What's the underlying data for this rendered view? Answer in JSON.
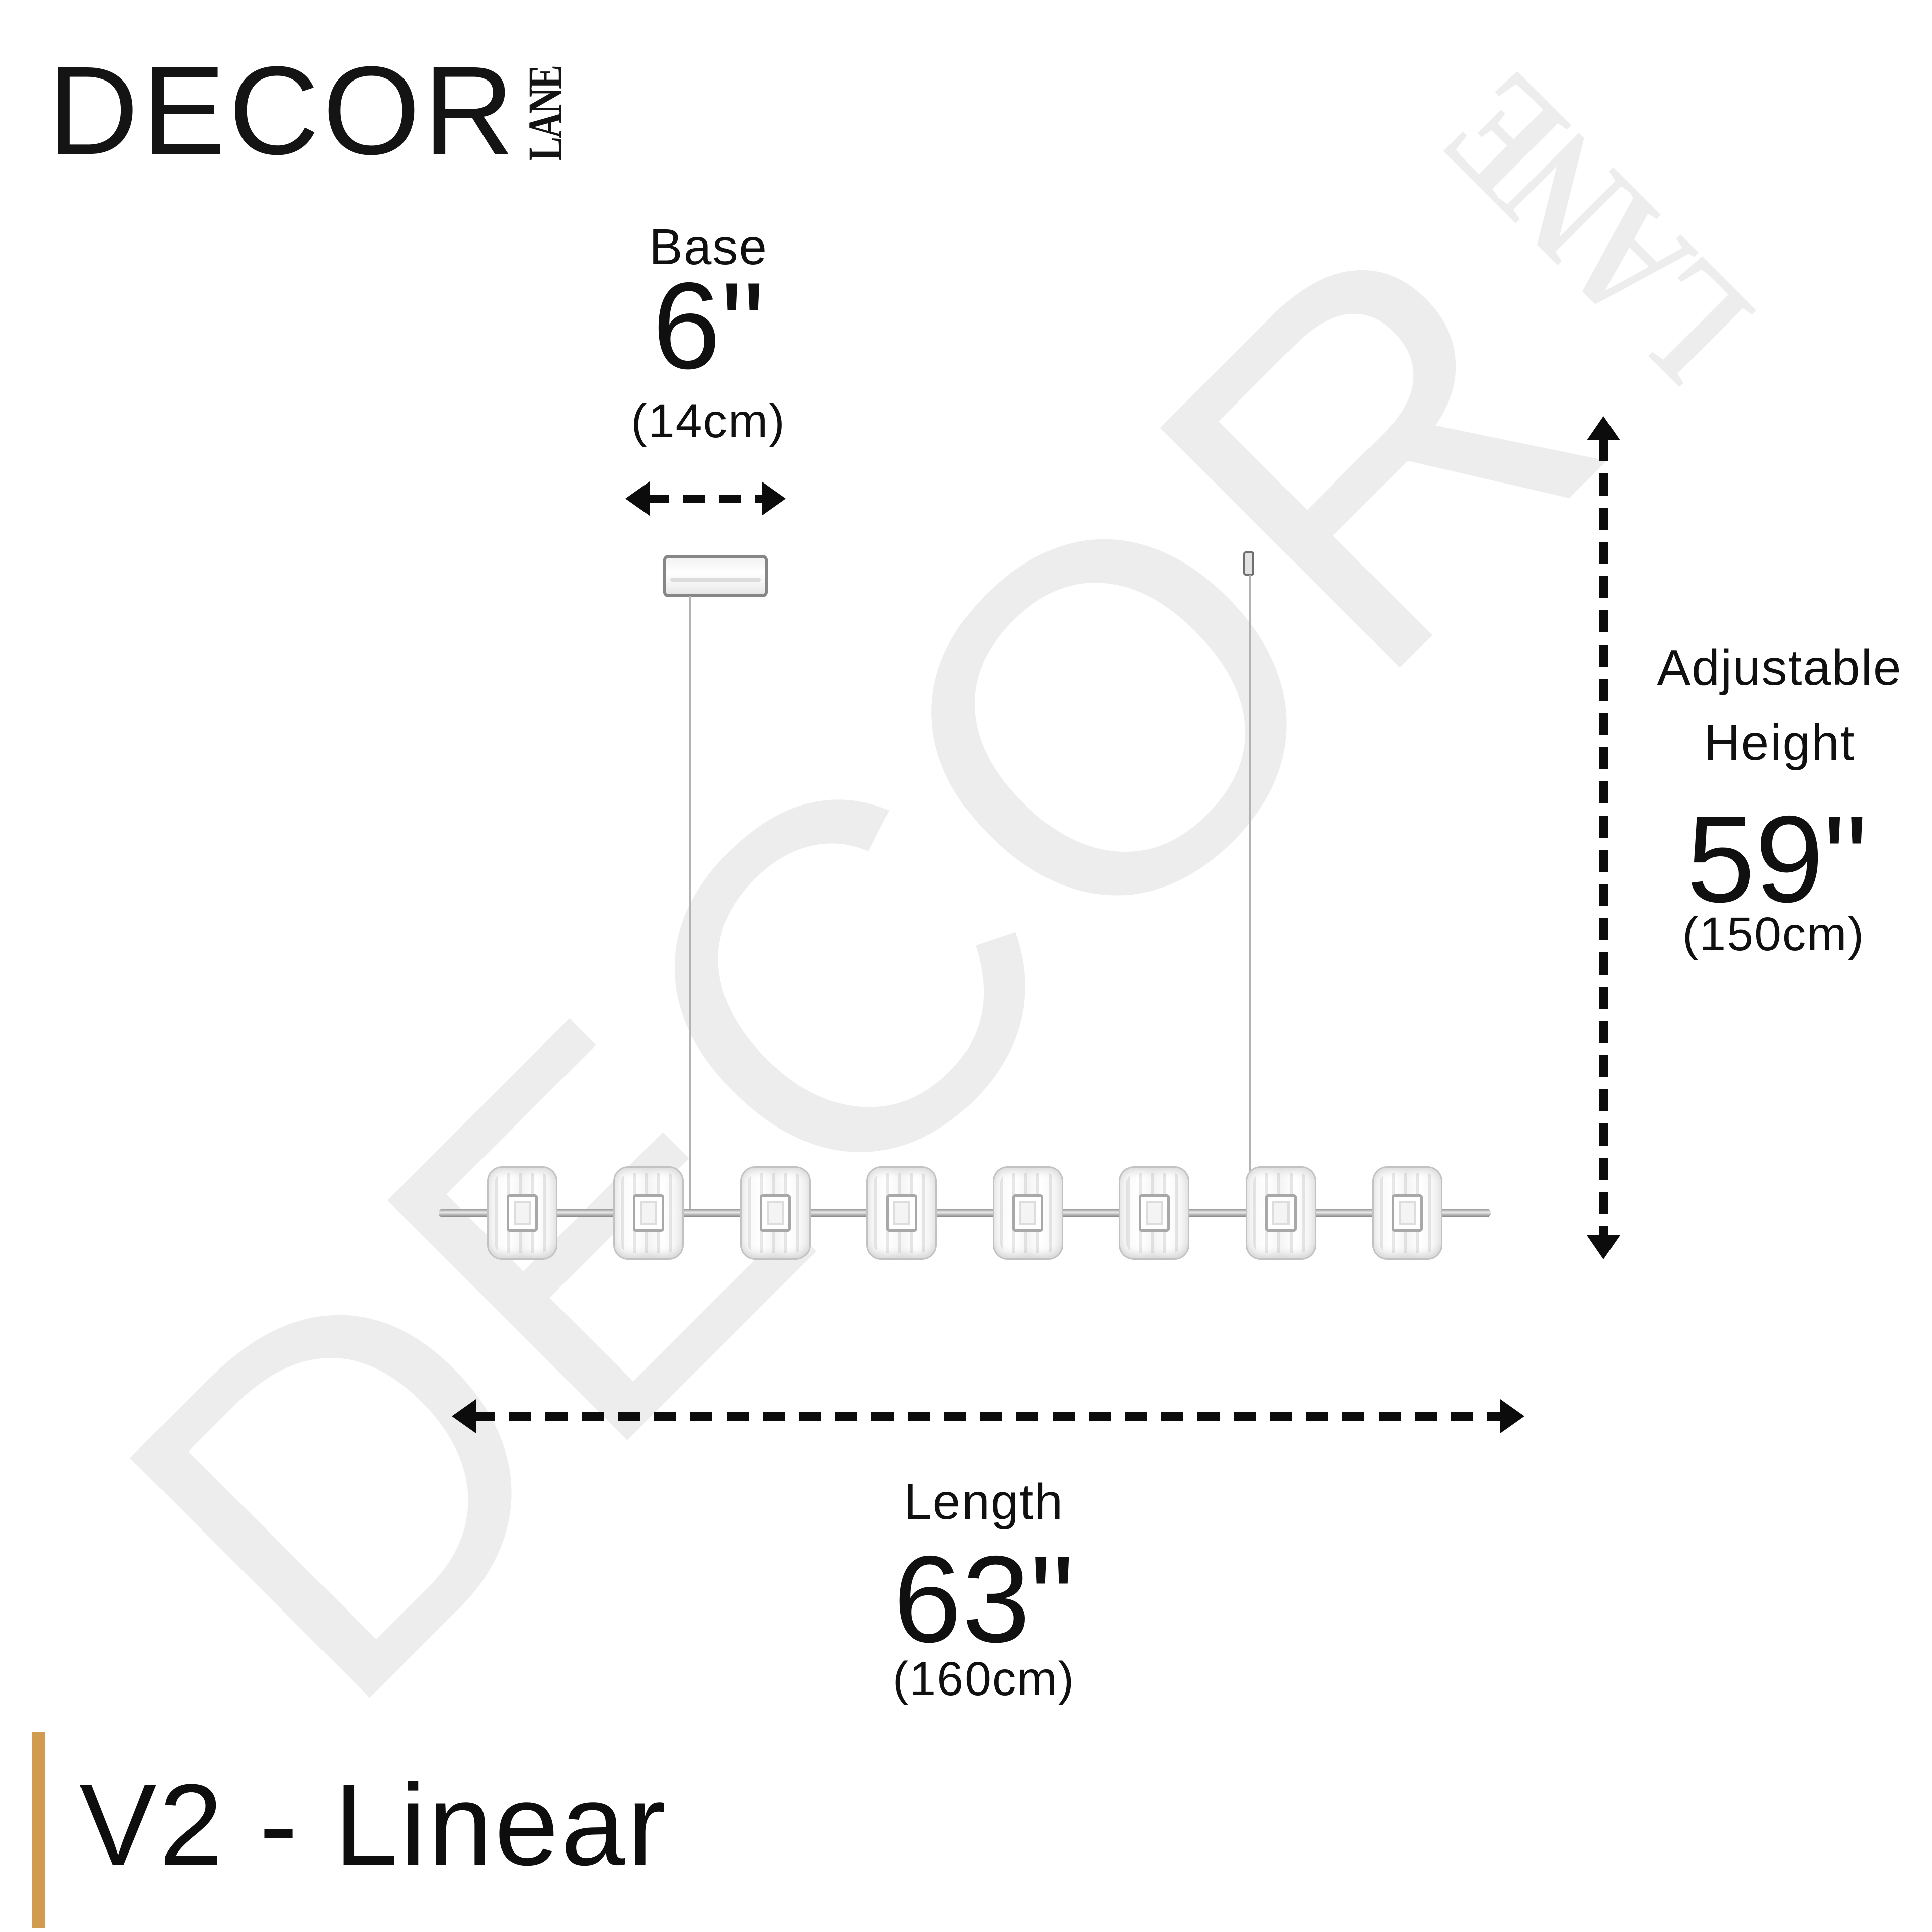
{
  "logo": {
    "brand_primary": "DECOR",
    "brand_secondary": "LANE"
  },
  "watermark": {
    "primary": "DECOR",
    "secondary": "LANE"
  },
  "dimensions": {
    "base": {
      "label": "Base",
      "inches": "6\"",
      "metric": "(14cm)"
    },
    "height": {
      "label_line1": "Adjustable",
      "label_line2": "Height",
      "inches": "59\"",
      "metric": "(150cm)"
    },
    "length": {
      "label": "Length",
      "inches": "63\"",
      "metric": "(160cm)"
    }
  },
  "fixture": {
    "shade_count": 8
  },
  "footer": {
    "variant_title": "V2 - Linear"
  },
  "colors": {
    "accent_gold": "#d19c4f",
    "ink": "#0c0c0c",
    "watermark_gray": "#ededed",
    "line_gray": "#b3b3b3"
  }
}
